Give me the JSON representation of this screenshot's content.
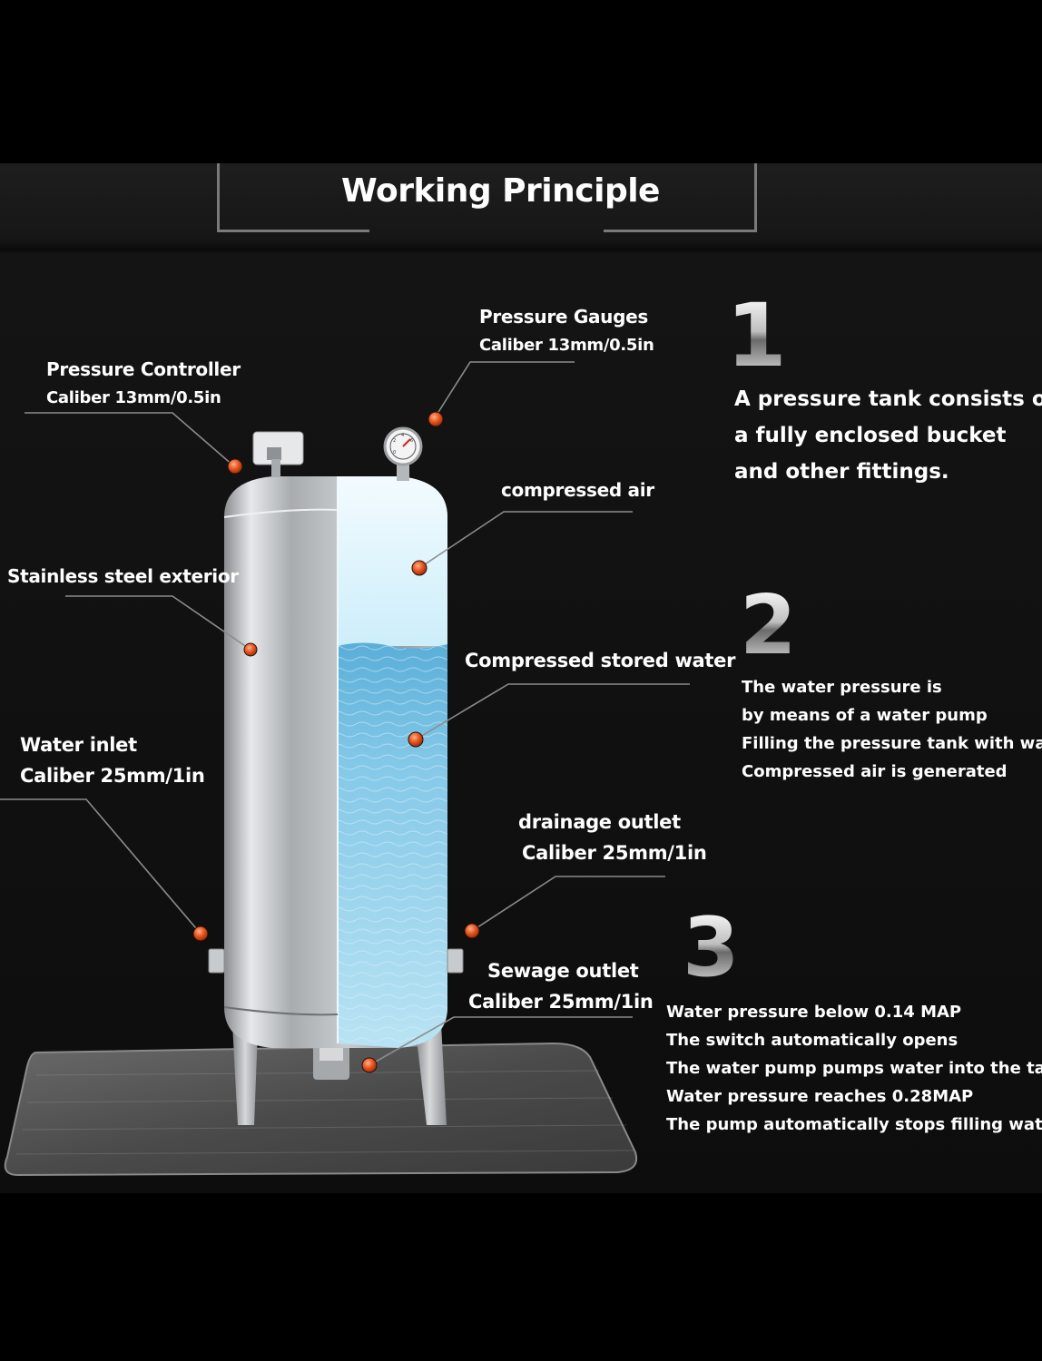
{
  "title": "Working Principle",
  "labels": {
    "pressure_gauges": {
      "name": "Pressure Gauges",
      "caliber": "Caliber 13mm/0.5in"
    },
    "pressure_controller": {
      "name": "Pressure Controller",
      "caliber": "Caliber 13mm/0.5in"
    },
    "compressed_air": {
      "name": "compressed air"
    },
    "stainless_steel": {
      "name": "Stainless steel exterior"
    },
    "compressed_water": {
      "name": "Compressed stored water"
    },
    "water_inlet": {
      "name": "Water inlet",
      "caliber": "Caliber 25mm/1in"
    },
    "drainage_outlet": {
      "name": "drainage outlet",
      "caliber": "Caliber 25mm/1in"
    },
    "sewage_outlet": {
      "name": "Sewage outlet",
      "caliber": "Caliber 25mm/1in"
    }
  },
  "steps": [
    {
      "number": "1",
      "lines": [
        "A pressure tank consists of",
        "a fully enclosed bucket",
        "and other fittings."
      ]
    },
    {
      "number": "2",
      "lines": [
        "The water pressure is",
        "by means of a water pump",
        "Filling the pressure tank with water",
        "Compressed air is generated"
      ]
    },
    {
      "number": "3",
      "lines": [
        "Water pressure below 0.14 MAP",
        "The switch automatically opens",
        "The water pump pumps water into the tank.",
        "Water pressure reaches 0.28MAP",
        "The pump automatically stops filling water."
      ]
    }
  ],
  "gauge_scale": [
    "0",
    "2",
    "4",
    "6"
  ],
  "water_level_fraction": 0.72,
  "colors": {
    "background": "#000000",
    "panel": "#141414",
    "marker": "#e8541e",
    "water": "#7cc6e8",
    "air": "#dff3fb",
    "steel": "#b9bcbe",
    "leader_line": "#8c8c8c"
  }
}
